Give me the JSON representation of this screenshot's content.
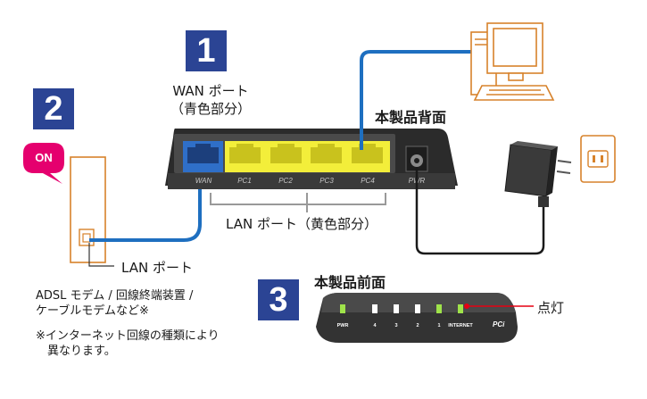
{
  "steps": [
    "1",
    "2",
    "3"
  ],
  "wan_port_label": [
    "WAN ポート",
    "（青色部分）"
  ],
  "back_label": "本製品背面",
  "lan_port_yellow_label": "LAN ポート（黄色部分）",
  "modem_lan_port_label": "LAN ポート",
  "front_label": "本製品前面",
  "on_label": "ON",
  "lit_label": "点灯",
  "note_modem": [
    "ADSL モデム / 回線終端装置 /",
    "ケーブルモデムなど※"
  ],
  "note_footnote": [
    "※インターネット回線の種類により",
    "　異なります。"
  ],
  "router_back_ports": [
    "WAN",
    "PC1",
    "PC2",
    "PC3",
    "PC4",
    "PWR"
  ],
  "router_front_leds": [
    "PWR",
    "4",
    "3",
    "2",
    "1",
    "INTERNET"
  ],
  "router_logo": "PCi",
  "colors": {
    "badge": "#2b4494",
    "on_badge": "#e5006e",
    "wan_port": "#2f6fc8",
    "lan_port": "#f3ee3a",
    "cable": "#1e6fc0",
    "outline": "#d7822b",
    "led_green": "#9fe34a"
  }
}
